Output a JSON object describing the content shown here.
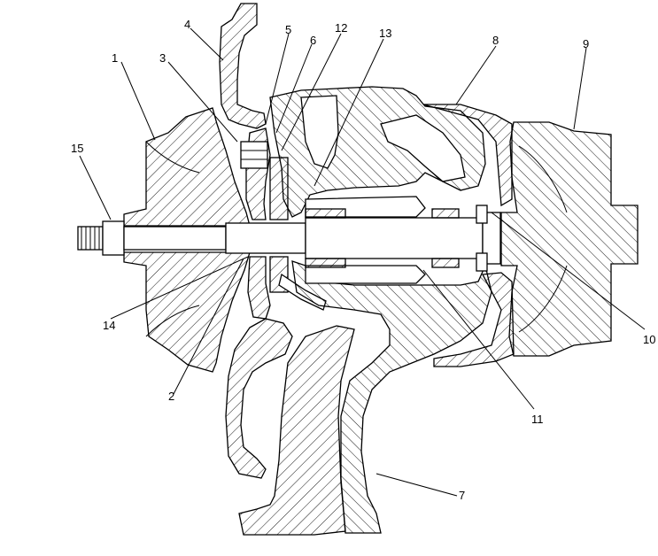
{
  "callouts": [
    {
      "id": "1",
      "text": "1"
    },
    {
      "id": "2",
      "text": "2"
    },
    {
      "id": "3",
      "text": "3"
    },
    {
      "id": "4",
      "text": "4"
    },
    {
      "id": "5",
      "text": "5"
    },
    {
      "id": "6",
      "text": "6"
    },
    {
      "id": "7",
      "text": "7"
    },
    {
      "id": "8",
      "text": "8"
    },
    {
      "id": "9",
      "text": "9"
    },
    {
      "id": "10",
      "text": "10"
    },
    {
      "id": "11",
      "text": "11"
    },
    {
      "id": "12",
      "text": "12"
    },
    {
      "id": "13",
      "text": "13"
    },
    {
      "id": "14",
      "text": "14"
    },
    {
      "id": "15",
      "text": "15"
    }
  ],
  "colors": {
    "ink": "#000000",
    "paper": "#ffffff"
  }
}
